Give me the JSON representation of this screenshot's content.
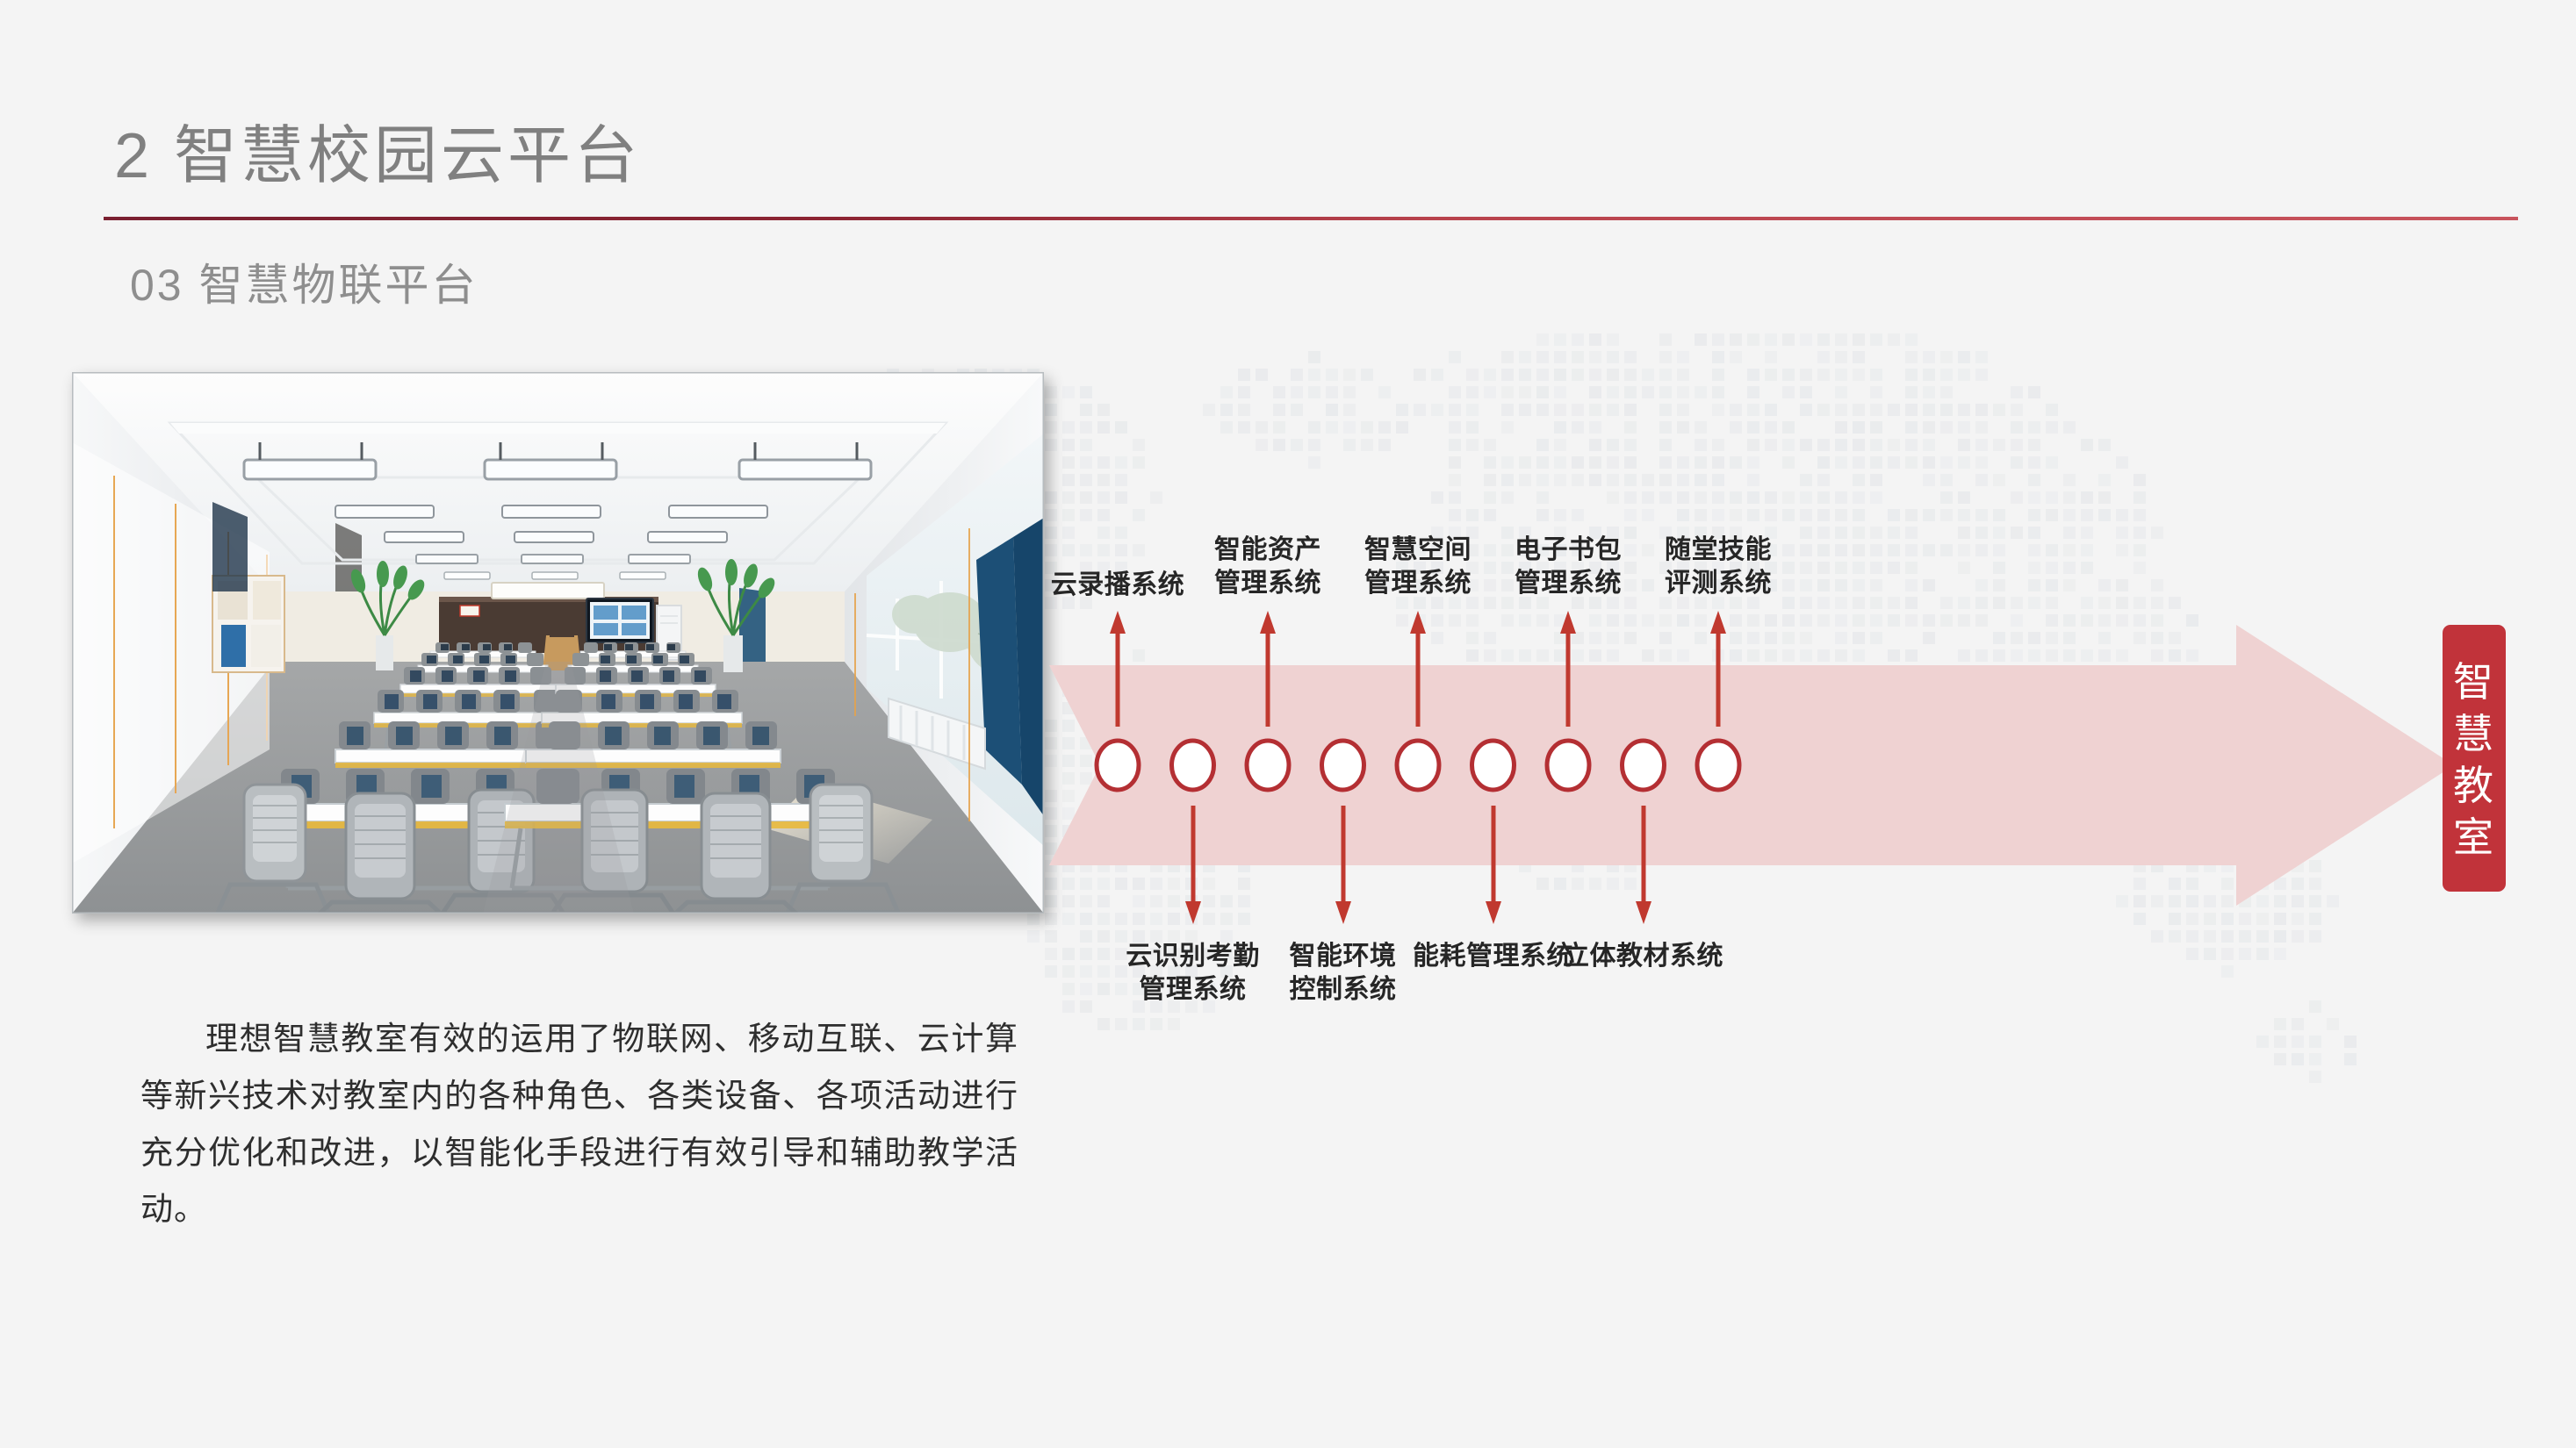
{
  "slide": {
    "background_color": "#f4f4f4",
    "heading_color": "#808080",
    "accent_red": "#c1333a",
    "band_pink": "#efd2d2",
    "map_dot_color": "#e8eaec"
  },
  "header": {
    "section_number": "2",
    "title": "2 智慧校园云平台",
    "subtitle": "03 智慧物联平台"
  },
  "photo": {
    "alt_name": "smart-classroom-photo",
    "caption": ""
  },
  "body": {
    "paragraph": "理想智慧教室有效的运用了物联网、移动互联、云计算等新兴技术对教室内的各种角色、各类设备、各项活动进行充分优化和改进，以智能化手段进行有效引导和辅助教学活动。"
  },
  "diagram": {
    "type": "timeline-arrow",
    "node_count": 9,
    "arrow_direction": "right",
    "end_badge": {
      "label": "智慧教室",
      "chars": [
        "智",
        "慧",
        "教",
        "室"
      ],
      "color": "#c1333a",
      "orientation": "vertical"
    },
    "nodes": [
      {
        "index": 1,
        "position": "top",
        "line1": "云录播系统",
        "line2": "",
        "label": "云录播系统"
      },
      {
        "index": 2,
        "position": "bottom",
        "line1": "云识别考勤",
        "line2": "管理系统",
        "label": "云识别考勤管理系统"
      },
      {
        "index": 3,
        "position": "top",
        "line1": "智能资产",
        "line2": "管理系统",
        "label": "智能资产管理系统"
      },
      {
        "index": 4,
        "position": "bottom",
        "line1": "智能环境",
        "line2": "控制系统",
        "label": "智能环境控制系统"
      },
      {
        "index": 5,
        "position": "top",
        "line1": "智慧空间",
        "line2": "管理系统",
        "label": "智慧空间管理系统"
      },
      {
        "index": 6,
        "position": "bottom",
        "line1": "能耗管理系统",
        "line2": "",
        "label": "能耗管理系统"
      },
      {
        "index": 7,
        "position": "top",
        "line1": "电子书包",
        "line2": "管理系统",
        "label": "电子书包管理系统"
      },
      {
        "index": 8,
        "position": "bottom",
        "line1": "立体教材系统",
        "line2": "",
        "label": "立体教材系统"
      },
      {
        "index": 9,
        "position": "top",
        "line1": "随堂技能",
        "line2": "评测系统",
        "label": "随堂技能评测系统"
      }
    ]
  }
}
